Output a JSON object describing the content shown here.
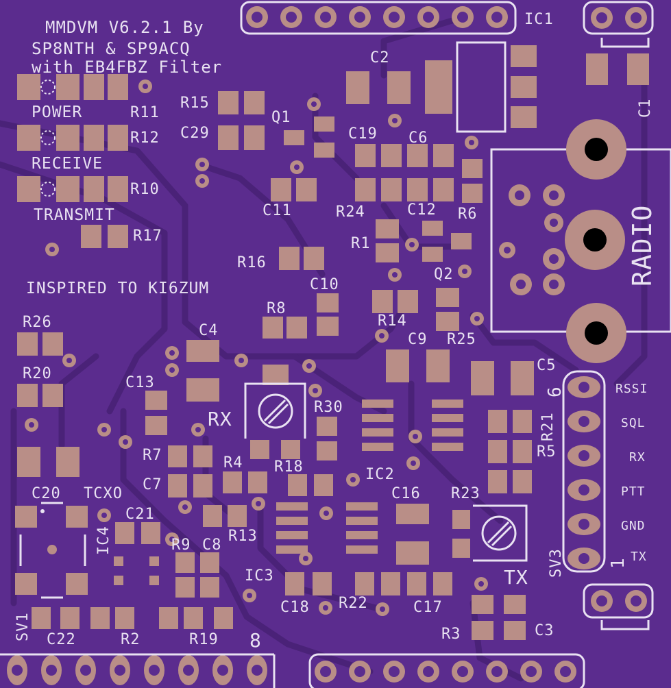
{
  "title_lines": [
    "MMDVM V6.2.1 By",
    "SP8NTH & SP9ACQ",
    "with EB4FBZ Filter"
  ],
  "led_labels": {
    "power": "POWER",
    "receive": "RECEIVE",
    "transmit": "TRANSMIT"
  },
  "credit": "INSPIRED TO KI6ZUM",
  "trimmer_labels": {
    "rx": "RX",
    "tx": "TX"
  },
  "connector_label": "RADIO",
  "header_signals": [
    "RSSI",
    "SQL",
    "RX",
    "PTT",
    "GND",
    "TX"
  ],
  "header_pin_numbers": {
    "top": "6",
    "bottom": "1"
  },
  "bottom_pin_number": "8",
  "designators": {
    "ic1": "IC1",
    "ic2": "IC2",
    "ic3": "IC3",
    "ic4": "IC4",
    "c1": "C1",
    "c2": "C2",
    "c3": "C3",
    "c4": "C4",
    "c5": "C5",
    "c6": "C6",
    "c7": "C7",
    "c8": "C8",
    "c9": "C9",
    "c10": "C10",
    "c11": "C11",
    "c12": "C12",
    "c13": "C13",
    "c16": "C16",
    "c17": "C17",
    "c18": "C18",
    "c19": "C19",
    "c20": "C20",
    "c21": "C21",
    "c22": "C22",
    "c29": "C29",
    "r1": "R1",
    "r2": "R2",
    "r3": "R3",
    "r4": "R4",
    "r5": "R5",
    "r6": "R6",
    "r7": "R7",
    "r8": "R8",
    "r9": "R9",
    "r10": "R10",
    "r11": "R11",
    "r12": "R12",
    "r13": "R13",
    "r14": "R14",
    "r15": "R15",
    "r16": "R16",
    "r17": "R17",
    "r18": "R18",
    "r19": "R19",
    "r20": "R20",
    "r21": "R21",
    "r22": "R22",
    "r23": "R23",
    "r24": "R24",
    "r25": "R25",
    "r26": "R26",
    "r30": "R30",
    "q1": "Q1",
    "q2": "Q2",
    "sv1": "SV1",
    "sv3": "SV3",
    "tcxo": "TCXO"
  },
  "colors": {
    "board": "#5b2c8e",
    "trace": "#4a2278",
    "pad": "#b98e87",
    "silkscreen": "#e9e2f2"
  }
}
